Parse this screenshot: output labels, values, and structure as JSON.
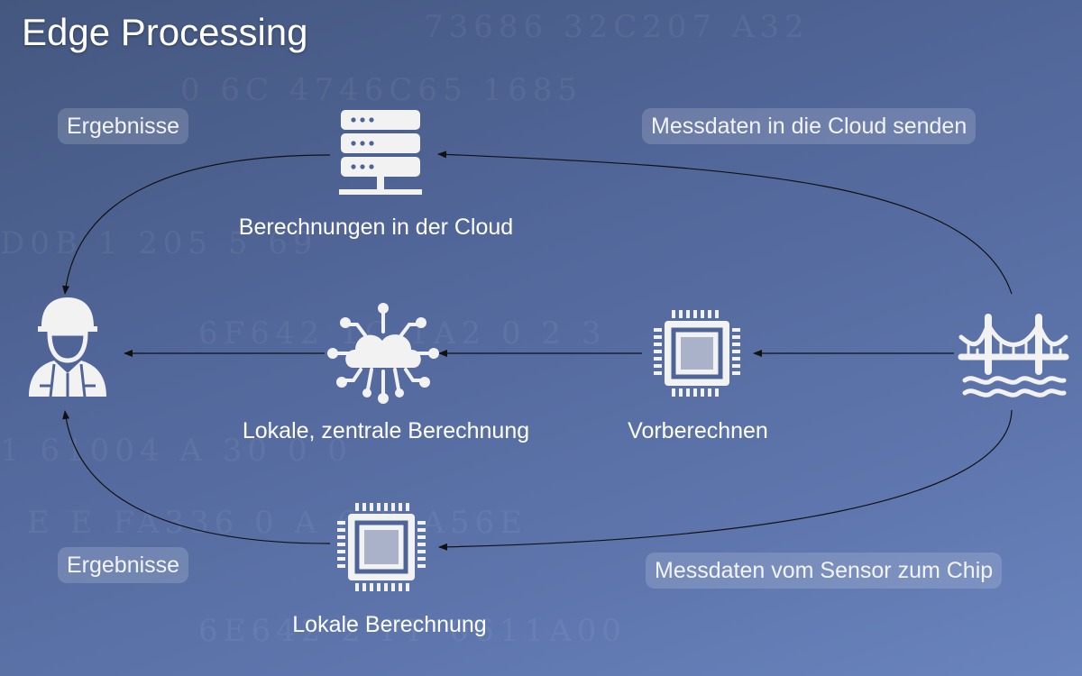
{
  "title": "Edge Processing",
  "nodes": {
    "cloud": {
      "label": "Berechnungen in der Cloud",
      "icon": "server-icon"
    },
    "central": {
      "label": "Lokale, zentrale Berechnung",
      "icon": "cloud-network-icon"
    },
    "preprocess": {
      "label": "Vorberechnen",
      "icon": "chip-icon"
    },
    "local": {
      "label": "Lokale Berechnung",
      "icon": "chip-icon"
    },
    "worker": {
      "label": "",
      "icon": "engineer-icon"
    },
    "bridge": {
      "label": "",
      "icon": "bridge-icon"
    }
  },
  "edges": {
    "to_cloud": "Messdaten in die Cloud senden",
    "cloud_results": "Ergebnisse",
    "to_chip": "Messdaten vom Sensor zum Chip",
    "chip_results": "Ergebnisse"
  },
  "colors": {
    "icon": "#f2f2f2",
    "arrow": "#111111"
  }
}
